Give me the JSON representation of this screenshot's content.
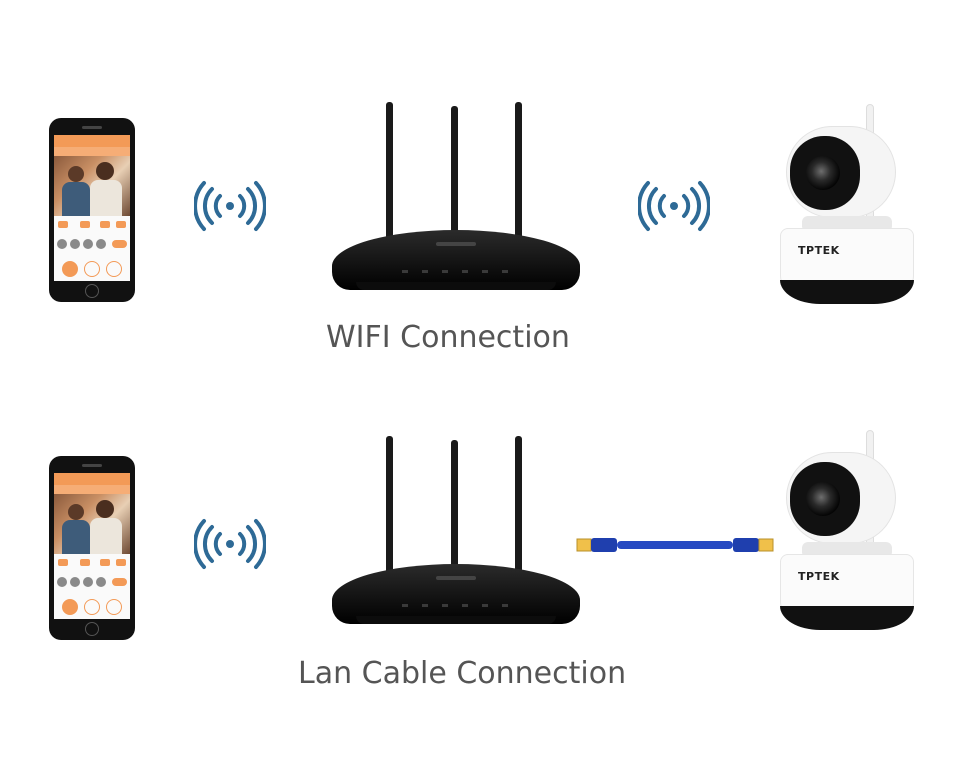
{
  "diagram": {
    "rows": [
      {
        "label": "WIFI Connection",
        "link": "wireless"
      },
      {
        "label": "Lan Cable Connection",
        "link": "cable"
      }
    ],
    "camera_brand": "TPTEK",
    "colors": {
      "wifi": "#2e6a96",
      "cable": "#1f3fae",
      "accent": "#f39a57",
      "label": "#555555"
    }
  }
}
